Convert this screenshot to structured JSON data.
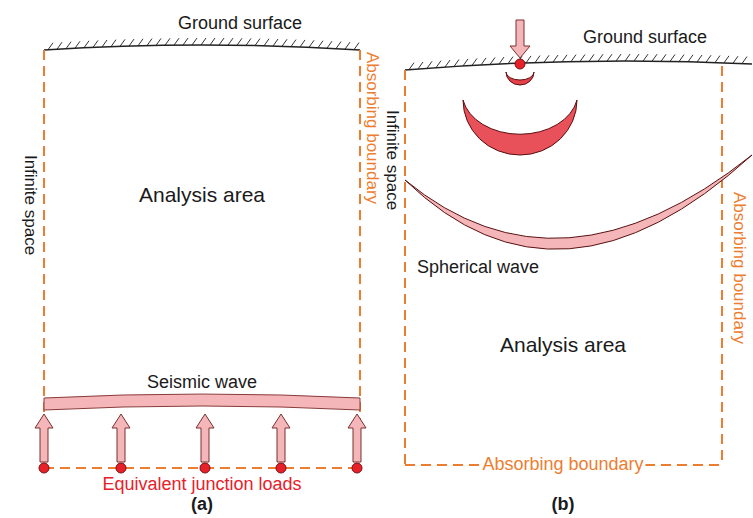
{
  "diagram": {
    "labels": [
      "Ground surface",
      "Infinite space",
      "Analysis area",
      "Absorbing boundary",
      "Seismic wave",
      "Equivalent junction loads",
      "(a)",
      "Ground surface",
      "Infinite space",
      "Spherical wave",
      "Analysis area",
      "Absorbing boundary",
      "Absorbing boundary",
      "(b)"
    ]
  }
}
